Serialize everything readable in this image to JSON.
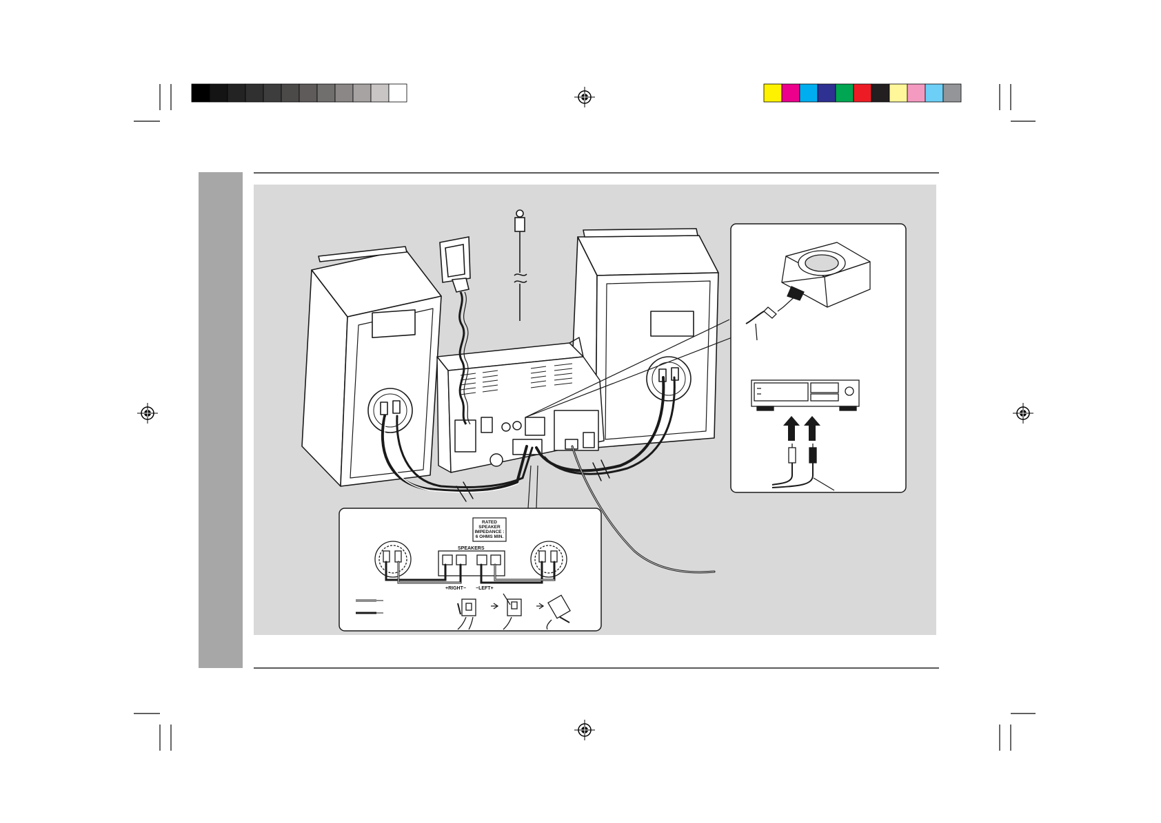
{
  "print_marks": {
    "gray_scale": [
      "#000000",
      "#141414",
      "#232323",
      "#303030",
      "#3d3d3d",
      "#4c4a49",
      "#5e5b5a",
      "#716f6e",
      "#8a8786",
      "#a6a3a2",
      "#c8c5c4",
      "#ffffff"
    ],
    "color_bar": [
      "#fff200",
      "#ec008c",
      "#00aeef",
      "#2e3192",
      "#00a651",
      "#ed1c24",
      "#231f20",
      "#fff799",
      "#f49ac1",
      "#6dcff6",
      "#939598"
    ]
  },
  "colors": {
    "panel_background": "#d9d9d9",
    "side_tab": "#a7a7a7",
    "line": "#1a1a1a"
  },
  "diagram": {
    "labels": {
      "rated_speaker_impedance": [
        "RATED",
        "SPEAKER",
        "IMPEDANCE :",
        "6 OHMS MIN."
      ],
      "speakers": "SPEAKERS",
      "right": "+RIGHT−",
      "left": "−LEFT+"
    }
  }
}
